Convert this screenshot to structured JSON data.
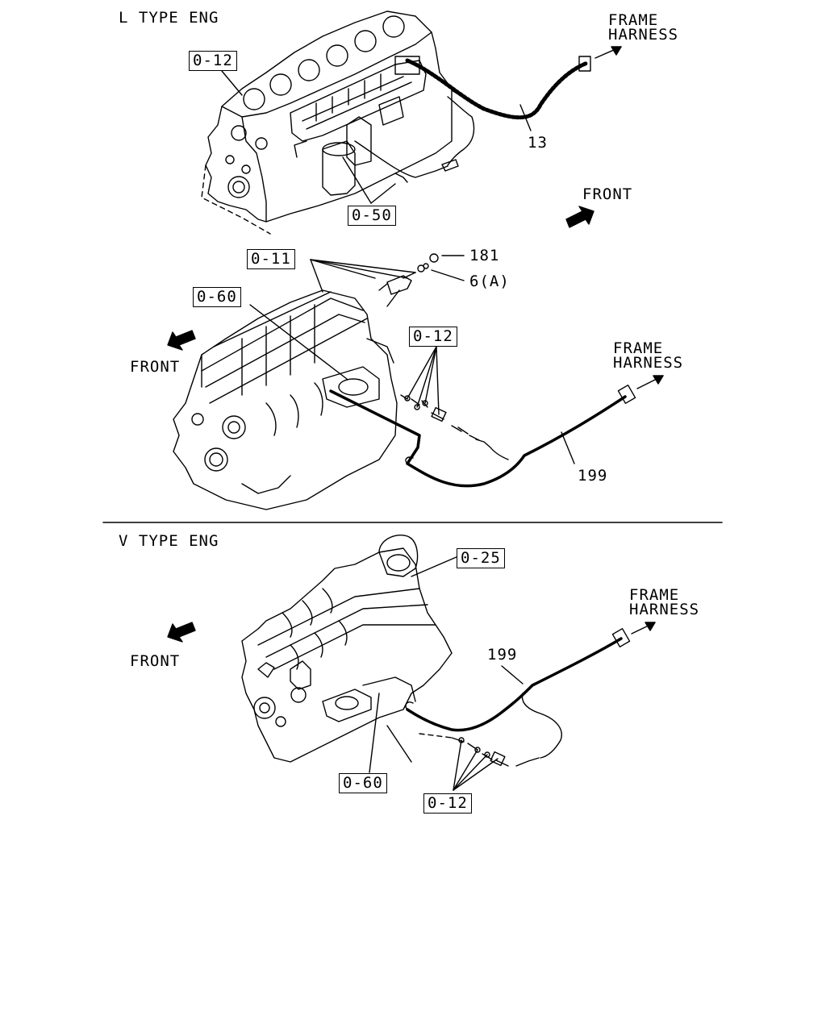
{
  "sections": {
    "l_type": "L TYPE ENG",
    "v_type": "V TYPE ENG"
  },
  "directions": {
    "front": "FRONT",
    "frame": "FRAME",
    "harness": "HARNESS"
  },
  "l_upper": {
    "ref_012": "0-12",
    "ref_050": "0-50",
    "part_13": "13"
  },
  "l_lower": {
    "ref_011": "0-11",
    "ref_060": "0-60",
    "ref_012": "0-12",
    "part_181": "181",
    "part_6a": "6(A)",
    "part_199": "199"
  },
  "v_engine": {
    "ref_025": "0-25",
    "ref_060": "0-60",
    "ref_012": "0-12",
    "part_199": "199"
  }
}
